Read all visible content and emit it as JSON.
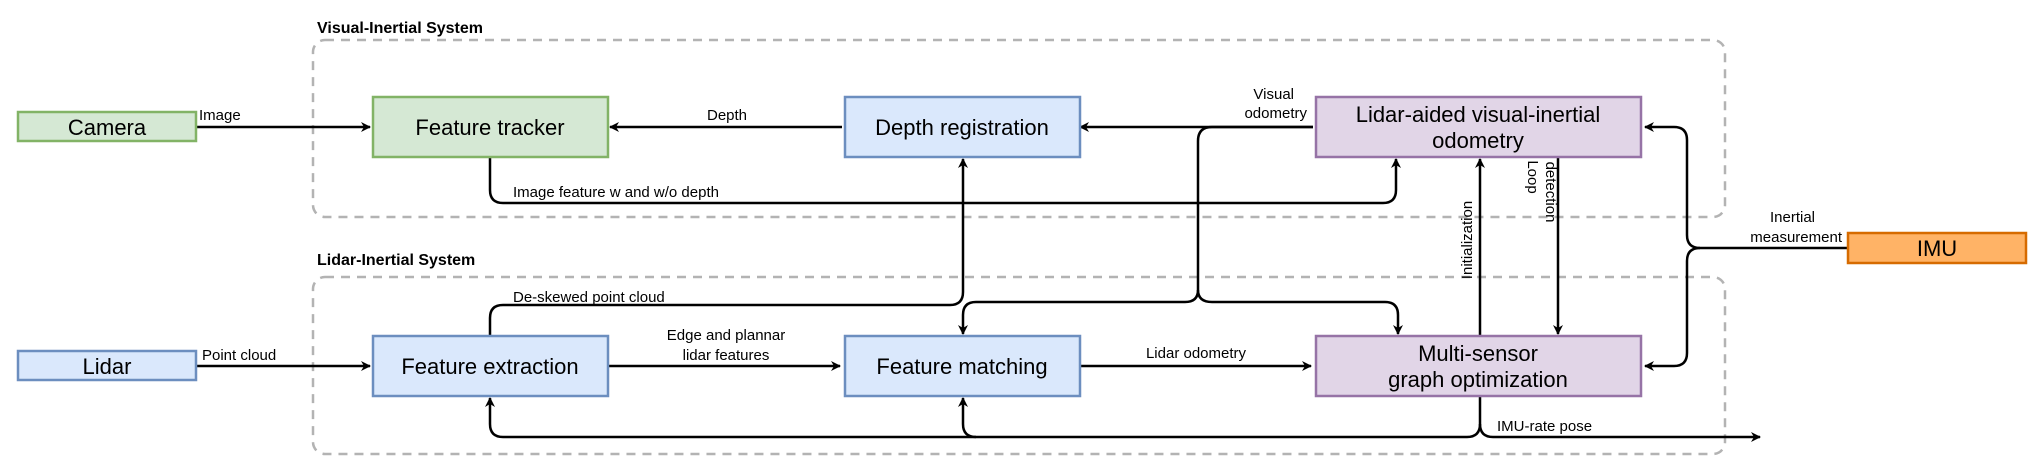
{
  "groups": {
    "visual_inertial": "Visual-Inertial System",
    "lidar_inertial": "Lidar-Inertial System"
  },
  "nodes": {
    "camera": "Camera",
    "lidar": "Lidar",
    "imu": "IMU",
    "feature_tracker": "Feature tracker",
    "depth_registration": "Depth registration",
    "lvio_line1": "Lidar-aided visual-inertial",
    "lvio_line2": "odometry",
    "feature_extraction": "Feature extraction",
    "feature_matching": "Feature matching",
    "graph_line1": "Multi-sensor",
    "graph_line2": "graph optimization"
  },
  "edges": {
    "image": "Image",
    "depth": "Depth",
    "visual_odometry_line1": "Visual",
    "visual_odometry_line2": "odometry",
    "image_feature": "Image feature w and w/o depth",
    "inertial_line1": "Inertial",
    "inertial_line2": "measurement",
    "point_cloud": "Point cloud",
    "deskewed": "De-skewed point cloud",
    "edge_features_line1": "Edge and plannar",
    "edge_features_line2": "lidar features",
    "lidar_odometry": "Lidar odometry",
    "initialization": "Initialization",
    "loop_line1": "Loop",
    "loop_line2": "detection",
    "imu_rate_pose": "IMU-rate pose"
  },
  "colors": {
    "green_fill": "#d5e8d4",
    "green_stroke": "#82b366",
    "blue_fill": "#dae8fc",
    "blue_stroke": "#6c8ebf",
    "purple_fill": "#e1d5e7",
    "purple_stroke": "#9673a6",
    "orange_fill": "#ffb366",
    "orange_stroke": "#d66b00",
    "group_border": "#b3b3b3"
  }
}
